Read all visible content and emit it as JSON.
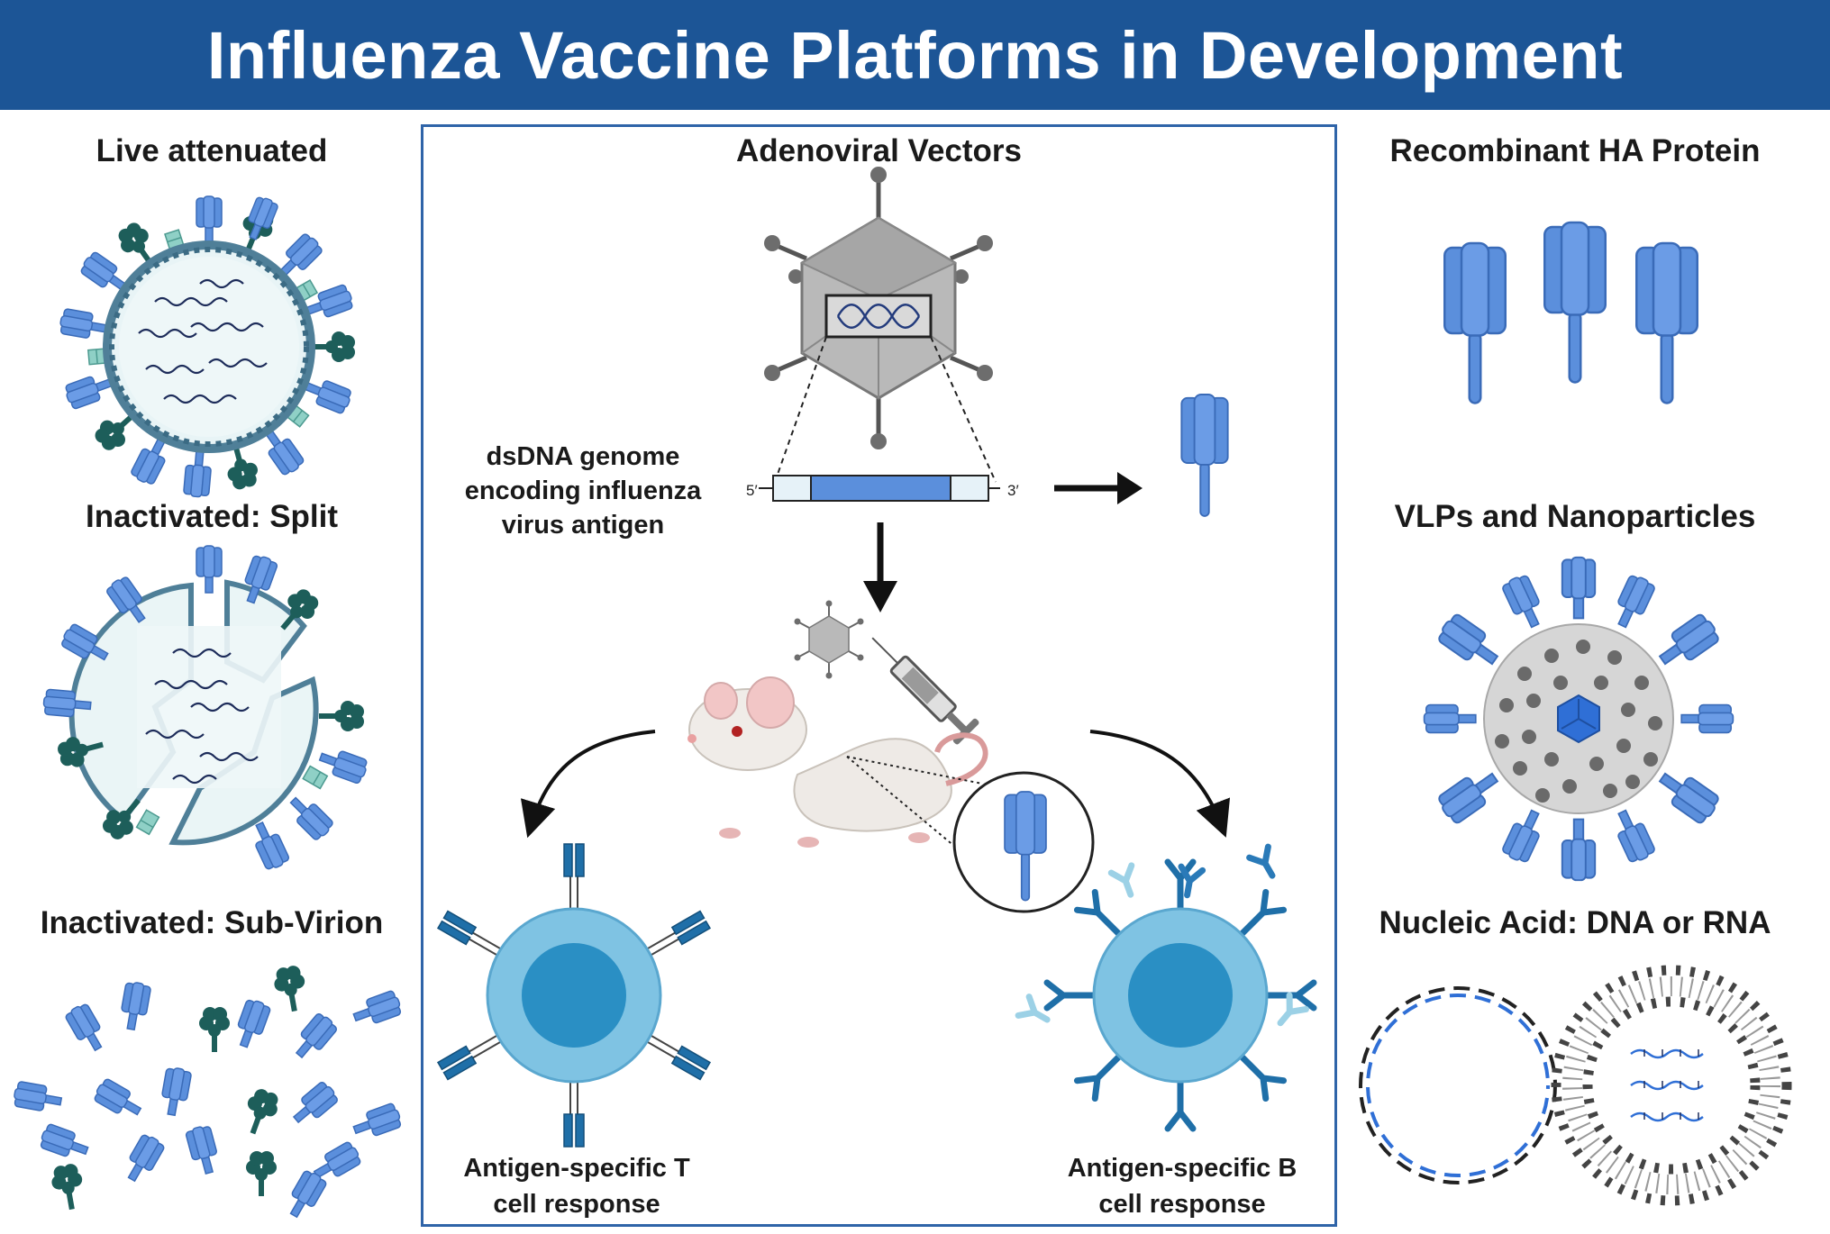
{
  "title": "Influenza Vaccine Platforms in Development",
  "left_panels": {
    "live": "Live attenuated",
    "split": "Inactivated: Split",
    "subvirion": "Inactivated: Sub-Virion"
  },
  "center": {
    "title": "Adenoviral Vectors",
    "genome_label_line1": "dsDNA genome",
    "genome_label_line2": "encoding influenza",
    "genome_label_line3": "virus antigen",
    "five_prime": "5′",
    "three_prime": "3′",
    "t_cell_line1": "Antigen-specific T",
    "t_cell_line2": "cell response",
    "b_cell_line1": "Antigen-specific B",
    "b_cell_line2": "cell response"
  },
  "right_panels": {
    "recombinant": "Recombinant HA Protein",
    "vlp": "VLPs and Nanoparticles",
    "nucleic": "Nucleic Acid: DNA or RNA"
  },
  "colors": {
    "banner": "#1c5596",
    "ha_blue": "#5b8fdc",
    "na_teal": "#1d5e5a",
    "cell_blue": "#7fc3e3",
    "nucleus_blue": "#2a8fc4",
    "frame_blue": "#2f64a8"
  }
}
